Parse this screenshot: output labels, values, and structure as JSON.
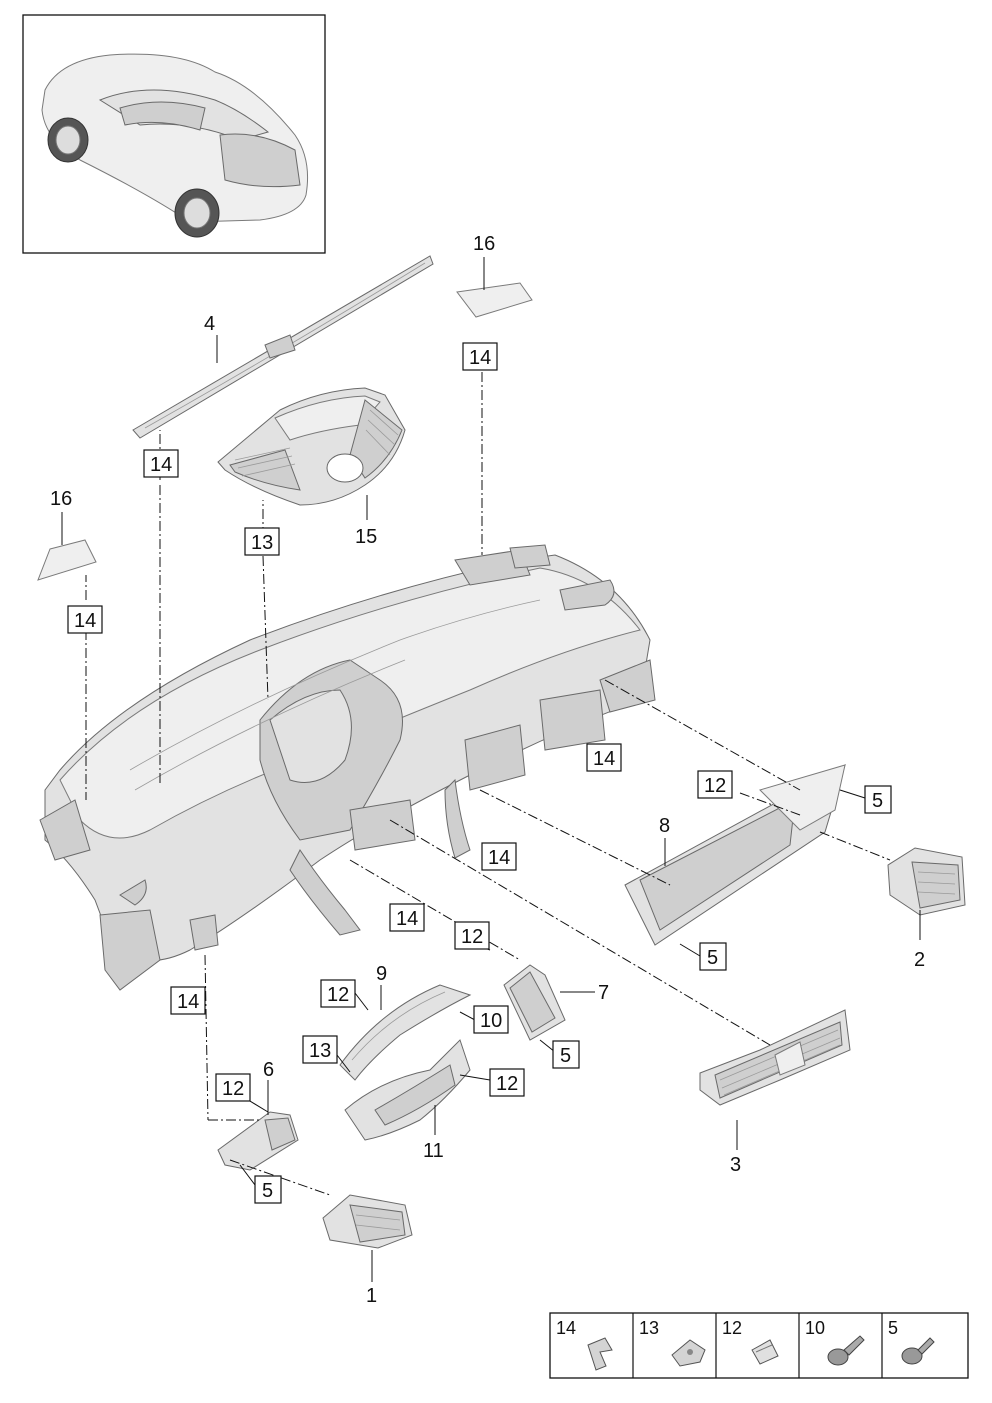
{
  "callouts": {
    "c1": "1",
    "c2": "2",
    "c3": "3",
    "c4": "4",
    "c5a": "5",
    "c5b": "5",
    "c5c": "5",
    "c5d": "5",
    "c6": "6",
    "c7": "7",
    "c8": "8",
    "c9": "9",
    "c10": "10",
    "c11": "11",
    "c12a": "12",
    "c12b": "12",
    "c12c": "12",
    "c12d": "12",
    "c12e": "12",
    "c13a": "13",
    "c13b": "13",
    "c14a": "14",
    "c14b": "14",
    "c14c": "14",
    "c14d": "14",
    "c14e": "14",
    "c14f": "14",
    "c14g": "14",
    "c15": "15",
    "c16a": "16",
    "c16b": "16"
  },
  "hardware_legend": [
    "14",
    "13",
    "12",
    "10",
    "5"
  ],
  "icons": {
    "vehicle": "suv-thumbnail-icon",
    "clip14": "retaining-clip-icon",
    "clip13": "spring-clip-icon",
    "nut12": "speed-nut-icon",
    "screw10": "screw-icon",
    "screw5": "tapping-screw-icon"
  }
}
